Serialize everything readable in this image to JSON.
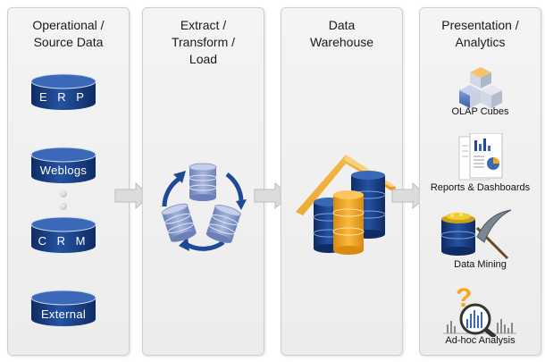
{
  "panels": [
    {
      "title": "Operational /\nSource Data"
    },
    {
      "title": "Extract /\nTransform /\nLoad"
    },
    {
      "title": "Data\nWarehouse"
    },
    {
      "title": "Presentation /\nAnalytics"
    }
  ],
  "sources": {
    "erp": "E R P",
    "weblogs": "Weblogs",
    "crm": "C R M",
    "external": "External"
  },
  "analytics": {
    "olap": "OLAP Cubes",
    "reports": "Reports & Dashboards",
    "mining": "Data Mining",
    "adhoc": "Ad-hoc Analysis"
  },
  "colors": {
    "navy": "#173a7a",
    "orange": "#f5a623",
    "arrow_gray": "#d9d9d9"
  }
}
